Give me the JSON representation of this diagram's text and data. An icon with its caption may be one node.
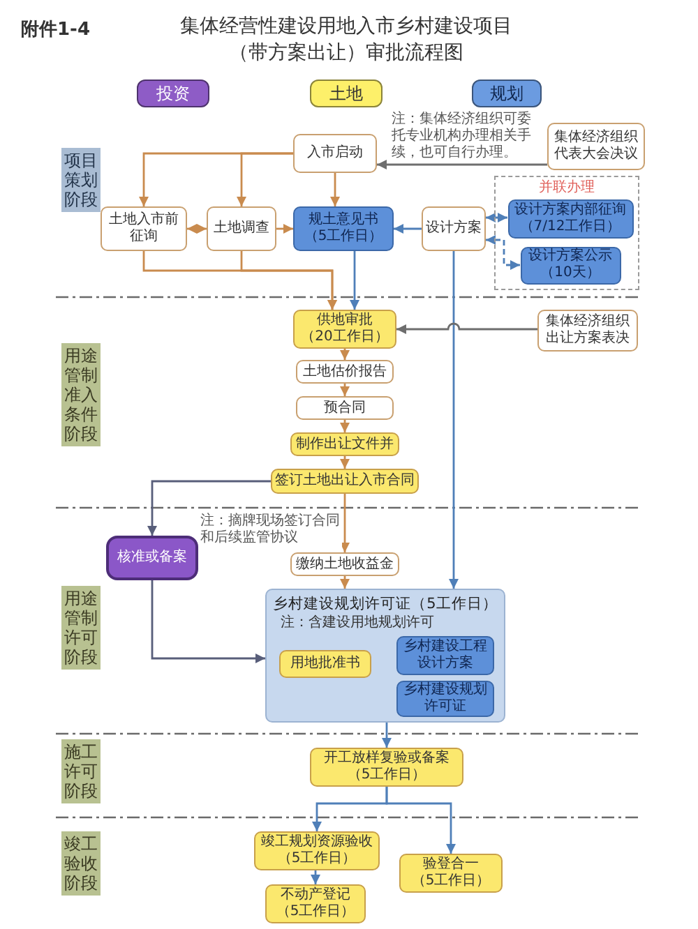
{
  "diagram": {
    "title": "集体经营性建设用地入市乡村建设项目（带方案出让）审批流程图",
    "nodes": [
      {
        "text": [
          "项目策划阶段"
        ]
      },
      {
        "text": [
          "入市启动"
        ]
      },
      {
        "text": [
          "集体经济组织代表大会决议"
        ]
      },
      {
        "text": [
          "土地入市前征询"
        ]
      },
      {
        "text": [
          "土地调查"
        ]
      },
      {
        "text": [
          "规土意见书（5工作日）"
        ]
      },
      {
        "text": [
          "设计方案"
        ]
      },
      {
        "text": [
          "并联办理"
        ]
      },
      {
        "text": [
          "设计方案内部征询（7/12工作日）"
        ],
        "in": 7
      },
      {
        "text": [
          "设计方案公示（10天）"
        ],
        "in": 7
      },
      {
        "text": [
          "用途管制准入条件阶段"
        ]
      },
      {
        "text": [
          "供地审批（20工作日）"
        ]
      },
      {
        "text": [
          "集体经济组织出让方案表决"
        ]
      },
      {
        "text": [
          "土地估价报告"
        ]
      },
      {
        "text": [
          "预合同"
        ]
      },
      {
        "text": [
          "制作出让文件并"
        ]
      },
      {
        "text": [
          "签订土地出让入市合同"
        ]
      },
      {
        "text": [
          "用途管制许可阶段"
        ]
      },
      {
        "text": [
          "核准或备案"
        ]
      },
      {
        "text": [
          "缴纳土地收益金"
        ]
      },
      {
        "text": [
          "乡村建设规划许可证（5工作日）",
          "注：含建设用地规划许可"
        ]
      },
      {
        "text": [
          "用地批准书"
        ],
        "in": 20
      },
      {
        "text": [
          "乡村建设工程设计方案"
        ],
        "in": 20
      },
      {
        "text": [
          "乡村建设规划许可证"
        ],
        "in": 20
      },
      {
        "text": [
          "施工许可阶段"
        ]
      },
      {
        "text": [
          "开工放样复验或备案（5工作日）"
        ]
      },
      {
        "text": [
          "竣工验收阶段"
        ]
      },
      {
        "text": [
          "竣工规划资源验收（5工作日）"
        ]
      },
      {
        "text": [
          "验登合一（5工作日）"
        ]
      },
      {
        "text": [
          "不动产登记（5工作日）"
        ]
      }
    ],
    "edges": [
      {
        "from": 2,
        "to": 1,
        "arrow": "to",
        "label": "注：集体经济组织可委托专业机构办理相关手续，也可自行办理。",
        "color": "#6e6e6e"
      },
      {
        "from": 1,
        "to": 3,
        "arrow": "to"
      },
      {
        "from": 1,
        "to": 4,
        "arrow": "to"
      },
      {
        "from": 1,
        "to": 5,
        "arrow": "to"
      },
      {
        "from": 3,
        "to": 4,
        "arrow": "both"
      },
      {
        "from": 4,
        "to": 5,
        "arrow": "to"
      },
      {
        "from": 6,
        "to": 5,
        "arrow": "to",
        "color": "#4f7fb8"
      },
      {
        "from": 6,
        "to": 8,
        "arrow": "both",
        "style": "dashed",
        "color": "#4f7fb8"
      },
      {
        "from": 6,
        "to": 9,
        "arrow": "both",
        "style": "dashed",
        "color": "#4f7fb8"
      },
      {
        "from": 3,
        "to": 11,
        "arrow": "to"
      },
      {
        "from": 4,
        "to": 11,
        "arrow": "to"
      },
      {
        "from": 5,
        "to": 11,
        "arrow": "to",
        "color": "#4f7fb8"
      },
      {
        "from": 6,
        "to": 20,
        "arrow": "to",
        "color": "#4f7fb8"
      },
      {
        "from": 12,
        "to": 11,
        "arrow": "to",
        "color": "#6e6e6e"
      },
      {
        "from": 11,
        "to": 13,
        "arrow": "to"
      },
      {
        "from": 13,
        "to": 14,
        "arrow": "to"
      },
      {
        "from": 14,
        "to": 15,
        "arrow": "to"
      },
      {
        "from": 15,
        "to": 16,
        "arrow": "to"
      },
      {
        "from": 16,
        "to": 18,
        "arrow": "to",
        "color": "#585e7a"
      },
      {
        "from": 16,
        "to": 19,
        "arrow": "to",
        "label": "注：摘牌现场签订合同和后续监管协议"
      },
      {
        "from": 19,
        "to": 20,
        "arrow": "to"
      },
      {
        "from": 18,
        "to": 20,
        "arrow": "to",
        "color": "#585e7a"
      },
      {
        "from": 20,
        "to": 25,
        "arrow": "to",
        "color": "#4f7fb8"
      },
      {
        "from": 25,
        "to": 27,
        "arrow": "to",
        "color": "#4f7fb8"
      },
      {
        "from": 25,
        "to": 28,
        "arrow": "to",
        "color": "#4f7fb8"
      },
      {
        "from": 27,
        "to": 29,
        "arrow": "to",
        "color": "#4f7fb8"
      }
    ],
    "labels": [
      "附件1-4"
    ],
    "legend": [
      {
        "text": "投资",
        "color": "#8e5cc6"
      },
      {
        "text": "土地",
        "color": "#fdf06a"
      },
      {
        "text": "规划",
        "color": "#6b9be0"
      }
    ]
  }
}
